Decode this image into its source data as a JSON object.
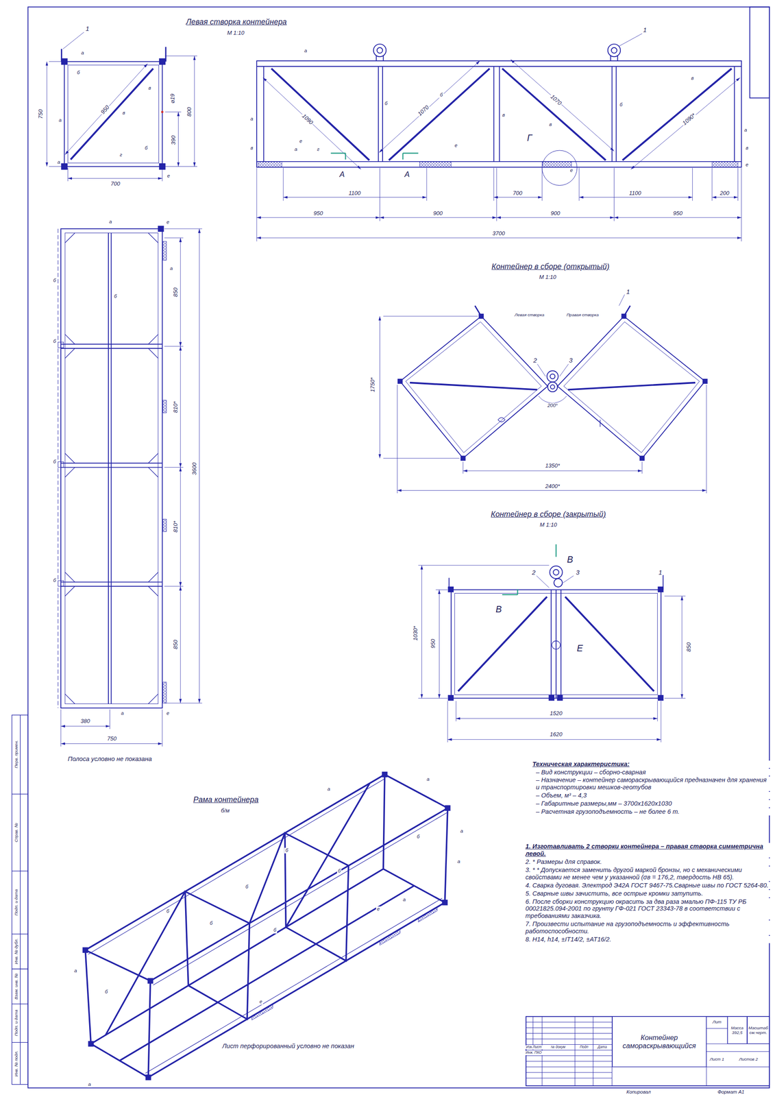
{
  "diagram": {
    "nodes": [
      {
        "text": [
          "Контейнер самораскрывающийся"
        ]
      },
      {
        "text": [
          "Масса",
          "392,5"
        ]
      },
      {
        "text": [
          "Масштаб",
          "см.черт."
        ]
      }
    ],
    "labels": [
      "Левая створка контейнера",
      "М 1:10",
      "1",
      "а",
      "б",
      "950",
      "в",
      "в",
      "⌀19",
      "390",
      "800",
      "750",
      "а",
      "г",
      "б",
      "а",
      "е",
      "700",
      "1",
      "а",
      "а",
      "1090",
      "1070",
      "1070",
      "1090*",
      "б",
      "б",
      "в",
      "в",
      "б",
      "в",
      "а",
      "в",
      "е",
      "г",
      "а",
      "е",
      "е",
      "в",
      "е",
      "А",
      "А",
      "Г",
      "1100",
      "700",
      "1100",
      "200",
      "950",
      "900",
      "900",
      "950",
      "3700",
      "а",
      "е",
      "а",
      "б",
      "б",
      "б",
      "б",
      "б",
      "850",
      "810*",
      "3600",
      "810*",
      "850",
      "а",
      "е",
      "380",
      "750",
      "Полоса условно не показана",
      "Контейнер в сборе (открытый)",
      "М 1:10",
      "1",
      "Левая створка",
      "Правая створка",
      "2",
      "3",
      "200°",
      "1750*",
      "1350*",
      "2400*",
      "Контейнер в сборе (закрытый)",
      "М 1:10",
      "В",
      "1",
      "2",
      "3",
      "В",
      "Е",
      "1030*",
      "950",
      "850",
      "1520",
      "1620",
      "Техническая характеристика:",
      "– Вид конструкции – сборно-сварная",
      "– Назначение – контейнер самораскрывающийся предназначен для хранения и транспортировки мешков-геотубов",
      "– Объем, м³ – 4,3",
      "– Габаритные размеры,мм – 3700x1620x1030",
      "– Расчетная грузоподъемность – не более 6 т.",
      "1. Изготавливать 2 створки контейнера – правая створка симметрична левой.",
      "2. * Размеры для справок.",
      "3. * * Допускается заменить другой маркой бронзы, но с механическими свойствами не менее чем у указанной (σв = 176,2, твердость НВ 65).",
      "4. Сварка дуговая. Электрод Э42А ГОСТ 9467-75.Сварные швы по ГОСТ 5264-80.",
      "5. Сварные швы зачистить, все острые кромки затупить.",
      "6. После сборки конструкцию окрасить за два раза эмалью ПФ-115 ТУ РБ 00021825.094-2001 по грунту ГФ-021 ГОСТ 23343-78 в соответствии с требованиями заказчика.",
      "7. Произвести испытание на грузоподъемность и эффективность работоспособности.",
      "8. H14, h14, ±IT14/2, ±AT16/2.",
      "Рама контейнера",
      "б/м",
      "а",
      "а",
      "б",
      "а",
      "а",
      "б",
      "б",
      "б",
      "б",
      "б",
      "а",
      "е",
      "б",
      "б",
      "а",
      "е",
      "а",
      "Лист перфорированный условно не показан",
      "Перв. примен.",
      "Справ. №",
      "Подп. и дата",
      "Инв. № дубл.",
      "Взам. инв. №",
      "Подп. и дата",
      "Инв. № подл.",
      "Изм",
      "Лист",
      "№ докум",
      "Подп",
      "Дата",
      "Инж. ПКО",
      "Лит",
      "Лист 1",
      "Листов 2",
      "Копировал",
      "Формат A1"
    ]
  }
}
